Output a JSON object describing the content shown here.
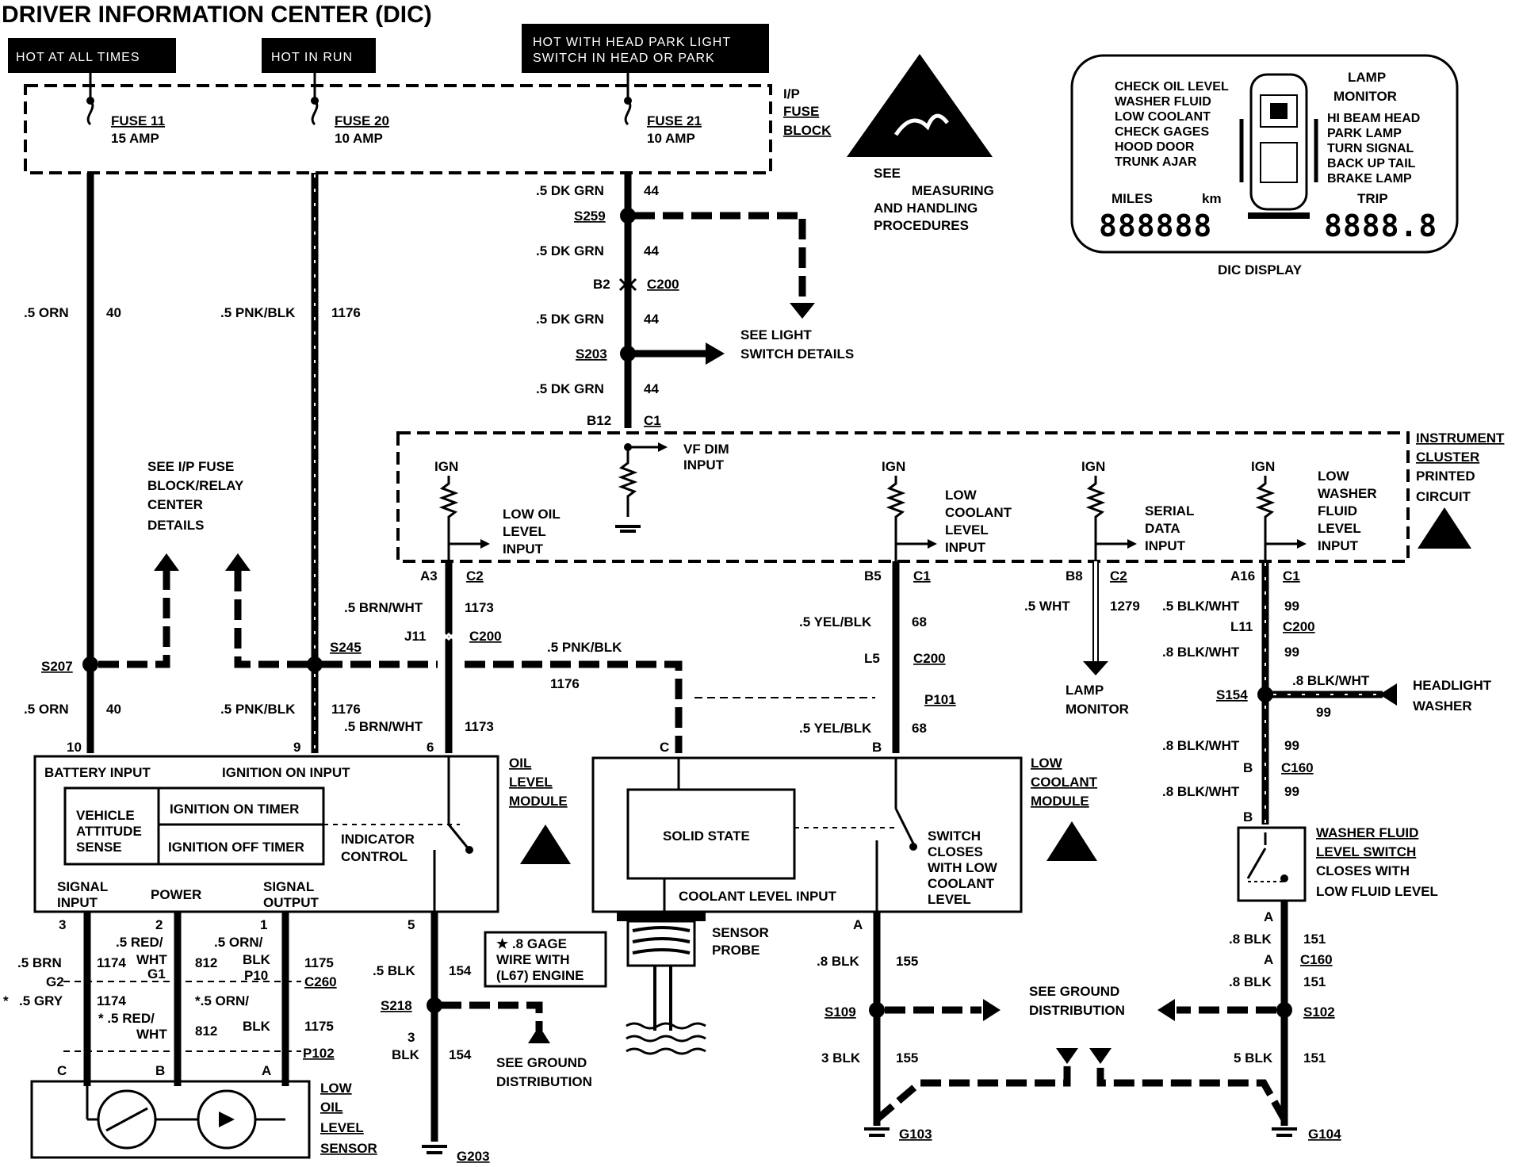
{
  "title": "DRIVER INFORMATION CENTER (DIC)",
  "power_labels": {
    "hot_at_all_times": "HOT AT ALL TIMES",
    "hot_in_run": "HOT IN RUN",
    "hot_head_park_1": "HOT WITH HEAD PARK LIGHT",
    "hot_head_park_2": "SWITCH IN HEAD OR PARK"
  },
  "fuse_block": {
    "label": [
      "I/P",
      "FUSE",
      "BLOCK"
    ],
    "fuses": [
      {
        "name": "FUSE 11",
        "rating": "15 AMP"
      },
      {
        "name": "FUSE 20",
        "rating": "10 AMP"
      },
      {
        "name": "FUSE 21",
        "rating": "10 AMP"
      }
    ]
  },
  "esd_note": [
    "SEE",
    "MEASURING",
    "AND  HANDLING",
    "PROCEDURES"
  ],
  "dic_display": {
    "caption": "DIC DISPLAY",
    "left_items": [
      "CHECK OIL LEVEL",
      "WASHER FLUID",
      "LOW COOLANT",
      "CHECK GAGES",
      "HOOD DOOR",
      "TRUNK AJAR"
    ],
    "right_title": [
      "LAMP",
      "MONITOR"
    ],
    "right_items": [
      "HI BEAM HEAD",
      "PARK LAMP",
      "TURN SIGNAL",
      "BACK UP TAIL",
      "BRAKE LAMP"
    ],
    "miles": "MILES",
    "km": "km",
    "trip": "TRIP",
    "odometer": "888888",
    "tripmeter": "8888.8"
  },
  "wires": {
    "orn": ".5 ORN",
    "c40": "40",
    "pnkblk": ".5 PNK/BLK",
    "c1176": "1176",
    "dkgrn": ".5 DK GRN",
    "c44": "44",
    "brnwht": ".5 BRN/WHT",
    "c1173": "1173",
    "yelblk": ".5 YEL/BLK",
    "c68": "68",
    "wht": ".5 WHT",
    "c1279": "1279",
    "blkwht5": ".5 BLK/WHT",
    "blkwht8": ".8 BLK/WHT",
    "c99": "99",
    "blk5": ".5 BLK",
    "c154": "154",
    "blk3": "3",
    "blk3b": "BLK",
    "blk8": ".8 BLK",
    "c155": "155",
    "blk3c": "3 BLK",
    "c151": "151",
    "blk5c": "5 BLK",
    "brn": ".5 BRN",
    "c1174": "1174",
    "gry": ".5 GRY",
    "redwht1": ".5 RED/",
    "redwht2": "WHT",
    "c812": "812",
    "ornblk1": ".5 ORN/",
    "ornblk2": "BLK",
    "c1175": "1175",
    "sredwht": "* .5 RED/",
    "sornblk": "*.5 ORN/",
    "sgry": "*"
  },
  "splices": {
    "s259": "S259",
    "s203": "S203",
    "s207": "S207",
    "s245": "S245",
    "s218": "S218",
    "s109": "S109",
    "s102": "S102",
    "s154": "S154"
  },
  "connectors": {
    "b2": "B2",
    "c200": "C200",
    "b12": "B12",
    "c1": "C1",
    "a3": "A3",
    "c2": "C2",
    "j11": "J11",
    "b5": "B5",
    "l5": "L5",
    "b8": "B8",
    "a16": "A16",
    "l11": "L11",
    "p101": "P101",
    "b": "B",
    "c160": "C160",
    "a": "A",
    "g2": "G2",
    "g1": "G1",
    "p10": "P10",
    "c260": "C260",
    "p102": "P102",
    "c": "C",
    "pin10": "10",
    "pin9": "9",
    "pin6": "6",
    "pin5": "5",
    "pin3": "3",
    "pin2": "2",
    "pin1": "1"
  },
  "notes": {
    "see_light": [
      "SEE LIGHT",
      "SWITCH DETAILS"
    ],
    "see_ip": [
      "SEE I/P FUSE",
      "BLOCK/RELAY",
      "CENTER",
      "DETAILS"
    ],
    "vf_dim": [
      "VF DIM",
      "INPUT"
    ],
    "gage_note": [
      "★ .8 GAGE",
      "WIRE WITH",
      "(L67) ENGINE"
    ],
    "see_ground": [
      "SEE GROUND",
      "DISTRIBUTION"
    ],
    "see_ground2": [
      "SEE GROUND",
      "DISTRIBUTION"
    ]
  },
  "cluster": {
    "label": [
      "INSTRUMENT",
      "CLUSTER",
      "PRINTED",
      "CIRCUIT"
    ],
    "ign": "IGN",
    "low_oil": [
      "LOW OIL",
      "LEVEL",
      "INPUT"
    ],
    "low_coolant": [
      "LOW",
      "COOLANT",
      "LEVEL",
      "INPUT"
    ],
    "serial": [
      "SERIAL",
      "DATA",
      "INPUT"
    ],
    "low_washer": [
      "LOW",
      "WASHER",
      "FLUID",
      "LEVEL",
      "INPUT"
    ]
  },
  "lamp_monitor": [
    "LAMP",
    "MONITOR"
  ],
  "headlight_washer": [
    "HEADLIGHT",
    "WASHER"
  ],
  "oil_module": {
    "label": [
      "OIL",
      "LEVEL",
      "MODULE"
    ],
    "battery_input": "BATTERY INPUT",
    "ignition_on_input": "IGNITION ON INPUT",
    "vehicle": [
      "VEHICLE",
      "ATTITUDE",
      "SENSE"
    ],
    "on_timer": "IGNITION ON TIMER",
    "off_timer": "IGNITION OFF TIMER",
    "indicator": [
      "INDICATOR",
      "CONTROL"
    ],
    "signal_input": [
      "SIGNAL",
      "INPUT"
    ],
    "power": "POWER",
    "signal_output": [
      "SIGNAL",
      "OUTPUT"
    ]
  },
  "coolant_module": {
    "label": [
      "LOW",
      "COOLANT",
      "MODULE"
    ],
    "solid_state": "SOLID STATE",
    "switch": [
      "SWITCH",
      "CLOSES",
      "WITH LOW",
      "COOLANT",
      "LEVEL"
    ],
    "coolant_input": "COOLANT LEVEL INPUT",
    "sensor": [
      "SENSOR",
      "PROBE"
    ]
  },
  "washer_switch": [
    "WASHER FLUID",
    "LEVEL SWITCH",
    "CLOSES WITH",
    "LOW FLUID LEVEL"
  ],
  "oil_sensor": [
    "LOW",
    "OIL",
    "LEVEL",
    "SENSOR"
  ],
  "grounds": {
    "g203": "G203",
    "g103": "G103",
    "g104": "G104"
  }
}
